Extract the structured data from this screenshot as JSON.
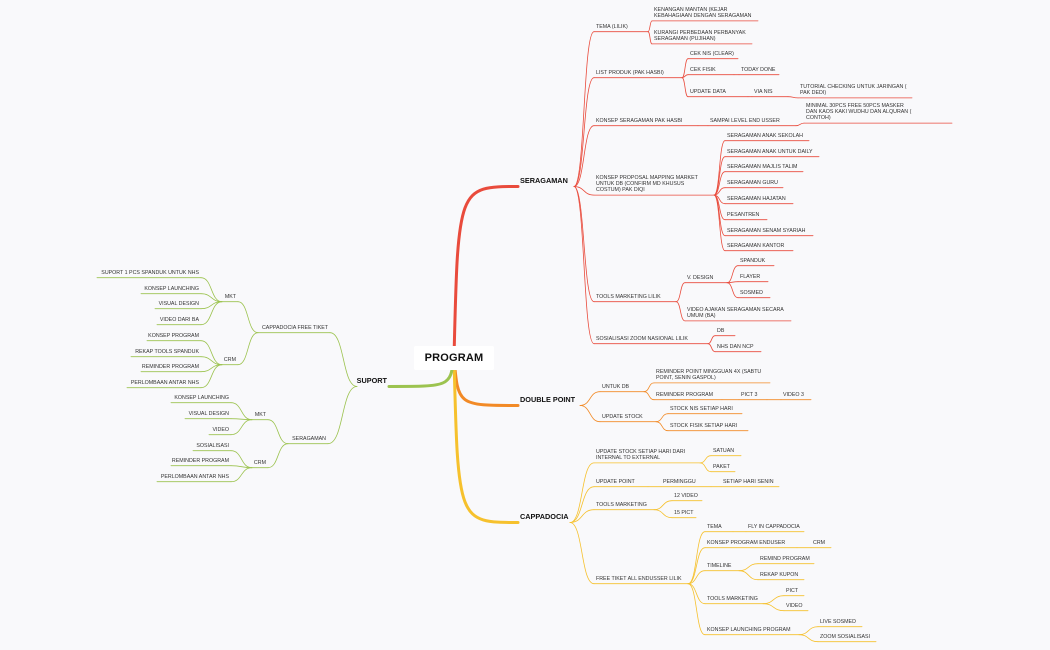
{
  "root": {
    "label": "PROGRAM"
  },
  "colors": {
    "seragaman": "#e94b3c",
    "double_point": "#f28a26",
    "cappadocia": "#f6c12d",
    "suport": "#9cc34f",
    "text": "#333333",
    "background": "#f9f9fb"
  },
  "nodes": [
    {
      "id": "seragaman",
      "label": "SERAGAMAN",
      "parent": "root",
      "branch": "seragaman",
      "main": true
    },
    {
      "id": "s1",
      "label": "TEMA (LILIK)",
      "parent": "seragaman",
      "branch": "seragaman"
    },
    {
      "id": "s1a",
      "label": "KENANGAN MANTAN (KEJAR\nKEBAHAGIAAN DENGAN SERAGAMAN",
      "parent": "s1",
      "branch": "seragaman"
    },
    {
      "id": "s1b",
      "label": "KURANGI PERBEDAAN PERBANYAK\nSERAGAMAN (PUJIHAN)",
      "parent": "s1",
      "branch": "seragaman"
    },
    {
      "id": "s2",
      "label": "LIST PRODUK (PAK HASBI)",
      "parent": "seragaman",
      "branch": "seragaman"
    },
    {
      "id": "s2a",
      "label": "CEK NIS (CLEAR)",
      "parent": "s2",
      "branch": "seragaman"
    },
    {
      "id": "s2b",
      "label": "CEK FISIK",
      "parent": "s2",
      "branch": "seragaman"
    },
    {
      "id": "s2b1",
      "label": "TODAY DONE",
      "parent": "s2b",
      "branch": "seragaman"
    },
    {
      "id": "s2c",
      "label": "UPDATE DATA",
      "parent": "s2",
      "branch": "seragaman"
    },
    {
      "id": "s2c1",
      "label": "VIA NIS",
      "parent": "s2c",
      "branch": "seragaman"
    },
    {
      "id": "s2c2",
      "label": "TUTORIAL CHECKING UNTUK JARINGAN (\nPAK DEDI)",
      "parent": "s2c1",
      "branch": "seragaman"
    },
    {
      "id": "s3",
      "label": "KONSEP SERAGAMAN PAK HASBI",
      "parent": "seragaman",
      "branch": "seragaman"
    },
    {
      "id": "s3a",
      "label": "SAMPAI LEVEL END USSER",
      "parent": "s3",
      "branch": "seragaman"
    },
    {
      "id": "s3a1",
      "label": "MINIMAL 30PCS FREE 50PCS MASKER\nDAN KAOS KAKI WUDHU DAN ALQURAN (\nCONTOH)",
      "parent": "s3a",
      "branch": "seragaman"
    },
    {
      "id": "s4",
      "label": "KONSEP PROPOSAL MAPPING MARKET\nUNTUK DB (CONFIRM MD KHUSUS\nCOSTUM) PAK DIQI",
      "parent": "seragaman",
      "branch": "seragaman"
    },
    {
      "id": "s4a",
      "label": "SERAGAMAN ANAK SEKOLAH",
      "parent": "s4",
      "branch": "seragaman"
    },
    {
      "id": "s4b",
      "label": "SERAGAMAN ANAK UNTUK DAILY",
      "parent": "s4",
      "branch": "seragaman"
    },
    {
      "id": "s4c",
      "label": "SERAGAMAN MAJLIS TALIM",
      "parent": "s4",
      "branch": "seragaman"
    },
    {
      "id": "s4d",
      "label": "SERAGAMAN GURU",
      "parent": "s4",
      "branch": "seragaman"
    },
    {
      "id": "s4e",
      "label": "SERAGAMAN HAJATAN",
      "parent": "s4",
      "branch": "seragaman"
    },
    {
      "id": "s4f",
      "label": "PESANTREN",
      "parent": "s4",
      "branch": "seragaman"
    },
    {
      "id": "s4g",
      "label": "SERAGAMAN SENAM SYARIAH",
      "parent": "s4",
      "branch": "seragaman"
    },
    {
      "id": "s4h",
      "label": "SERAGAMAN KANTOR",
      "parent": "s4",
      "branch": "seragaman"
    },
    {
      "id": "s5",
      "label": "TOOLS MARKETING LILIK",
      "parent": "seragaman",
      "branch": "seragaman"
    },
    {
      "id": "s5a",
      "label": "V. DESIGN",
      "parent": "s5",
      "branch": "seragaman"
    },
    {
      "id": "s5a1",
      "label": "SPANDUK",
      "parent": "s5a",
      "branch": "seragaman"
    },
    {
      "id": "s5a2",
      "label": "FLAYER",
      "parent": "s5a",
      "branch": "seragaman"
    },
    {
      "id": "s5a3",
      "label": "SOSMED",
      "parent": "s5a",
      "branch": "seragaman"
    },
    {
      "id": "s5b",
      "label": "VIDEO AJAKAN SERAGAMAN SECARA\nUMUM (BA)",
      "parent": "s5",
      "branch": "seragaman"
    },
    {
      "id": "s6",
      "label": "SOSIALISASI ZOOM NASIONAL  LILIK",
      "parent": "seragaman",
      "branch": "seragaman"
    },
    {
      "id": "s6a",
      "label": "DB",
      "parent": "s6",
      "branch": "seragaman"
    },
    {
      "id": "s6b",
      "label": "NHS DAN NCP",
      "parent": "s6",
      "branch": "seragaman"
    },
    {
      "id": "dp",
      "label": "DOUBLE POINT",
      "parent": "root",
      "branch": "double_point",
      "main": true
    },
    {
      "id": "dp1",
      "label": "UNTUK DB",
      "parent": "dp",
      "branch": "double_point"
    },
    {
      "id": "dp1a",
      "label": "REMINDER POINT MINGGUAN 4X  (SABTU\nPOINT, SENIN GASPOL)",
      "parent": "dp1",
      "branch": "double_point"
    },
    {
      "id": "dp1b",
      "label": "REMINDER PROGRAM",
      "parent": "dp1",
      "branch": "double_point"
    },
    {
      "id": "dp1b1",
      "label": "PICT 3",
      "parent": "dp1b",
      "branch": "double_point"
    },
    {
      "id": "dp1b2",
      "label": "VIDEO 3",
      "parent": "dp1b1",
      "branch": "double_point"
    },
    {
      "id": "dp2",
      "label": "UPDATE STOCK",
      "parent": "dp",
      "branch": "double_point"
    },
    {
      "id": "dp2a",
      "label": "STOCK NIS SETIAP HARI",
      "parent": "dp2",
      "branch": "double_point"
    },
    {
      "id": "dp2b",
      "label": "STOCK FISIK SETIAP HARI",
      "parent": "dp2",
      "branch": "double_point"
    },
    {
      "id": "cp",
      "label": "CAPPADOCIA",
      "parent": "root",
      "branch": "cappadocia",
      "main": true
    },
    {
      "id": "cp1",
      "label": "UPDATE STOCK SETIAP HARI DARI\nINTERNAL TO EXTERNAL",
      "parent": "cp",
      "branch": "cappadocia"
    },
    {
      "id": "cp1a",
      "label": "SATUAN",
      "parent": "cp1",
      "branch": "cappadocia"
    },
    {
      "id": "cp1b",
      "label": "PAKET",
      "parent": "cp1",
      "branch": "cappadocia"
    },
    {
      "id": "cp2",
      "label": "UPDATE POINT",
      "parent": "cp",
      "branch": "cappadocia"
    },
    {
      "id": "cp2a",
      "label": "PERMINGGU",
      "parent": "cp2",
      "branch": "cappadocia"
    },
    {
      "id": "cp2a1",
      "label": "SETIAP HARI SENIN",
      "parent": "cp2a",
      "branch": "cappadocia"
    },
    {
      "id": "cp3",
      "label": "TOOLS MARKETING",
      "parent": "cp",
      "branch": "cappadocia"
    },
    {
      "id": "cp3a",
      "label": "12 VIDEO",
      "parent": "cp3",
      "branch": "cappadocia"
    },
    {
      "id": "cp3b",
      "label": "15 PICT",
      "parent": "cp3",
      "branch": "cappadocia"
    },
    {
      "id": "cp4",
      "label": "FREE TIKET ALL ENDUSSER LILIK",
      "parent": "cp",
      "branch": "cappadocia"
    },
    {
      "id": "cp4a",
      "label": "TEMA",
      "parent": "cp4",
      "branch": "cappadocia"
    },
    {
      "id": "cp4a1",
      "label": "FLY IN CAPPADOCIA",
      "parent": "cp4a",
      "branch": "cappadocia"
    },
    {
      "id": "cp4b",
      "label": "KONSEP PROGRAM ENDUSER",
      "parent": "cp4",
      "branch": "cappadocia"
    },
    {
      "id": "cp4b1",
      "label": "CRM",
      "parent": "cp4b",
      "branch": "cappadocia"
    },
    {
      "id": "cp4c",
      "label": "TIMELINE",
      "parent": "cp4",
      "branch": "cappadocia"
    },
    {
      "id": "cp4c1",
      "label": "REMIND PROGRAM",
      "parent": "cp4c",
      "branch": "cappadocia"
    },
    {
      "id": "cp4c2",
      "label": "REKAP KUPON",
      "parent": "cp4c",
      "branch": "cappadocia"
    },
    {
      "id": "cp4d",
      "label": "TOOLS MARKETING",
      "parent": "cp4",
      "branch": "cappadocia"
    },
    {
      "id": "cp4d1",
      "label": "PICT",
      "parent": "cp4d",
      "branch": "cappadocia"
    },
    {
      "id": "cp4d2",
      "label": "VIDEO",
      "parent": "cp4d",
      "branch": "cappadocia"
    },
    {
      "id": "cp4e",
      "label": "KONSEP LAUNCHING PROGRAM",
      "parent": "cp4",
      "branch": "cappadocia"
    },
    {
      "id": "cp4e1",
      "label": "LIVE SOSMED",
      "parent": "cp4e",
      "branch": "cappadocia"
    },
    {
      "id": "cp4e2",
      "label": "ZOOM SOSIALISASI",
      "parent": "cp4e",
      "branch": "cappadocia"
    },
    {
      "id": "sp",
      "label": "SUPORT",
      "parent": "root",
      "branch": "suport",
      "main": true
    },
    {
      "id": "sp1",
      "label": "CAPPADOCIA FREE TIKET",
      "parent": "sp",
      "branch": "suport"
    },
    {
      "id": "sp1a",
      "label": "MKT",
      "parent": "sp1",
      "branch": "suport"
    },
    {
      "id": "sp1a1",
      "label": "SUPORT 1 PCS SPANDUK UNTUK NHs",
      "parent": "sp1a",
      "branch": "suport"
    },
    {
      "id": "sp1a2",
      "label": "KONSEP LAUNCHING",
      "parent": "sp1a",
      "branch": "suport"
    },
    {
      "id": "sp1a3",
      "label": "VISUAL DESIGN",
      "parent": "sp1a",
      "branch": "suport"
    },
    {
      "id": "sp1a4",
      "label": "VIDEO DARI BA",
      "parent": "sp1a",
      "branch": "suport"
    },
    {
      "id": "sp1b",
      "label": "CRM",
      "parent": "sp1",
      "branch": "suport"
    },
    {
      "id": "sp1b1",
      "label": "KONSEP PROGRAM",
      "parent": "sp1b",
      "branch": "suport"
    },
    {
      "id": "sp1b2",
      "label": "REKAP TOOLS SPANDUK",
      "parent": "sp1b",
      "branch": "suport"
    },
    {
      "id": "sp1b3",
      "label": "REMINDER PROGRAM",
      "parent": "sp1b",
      "branch": "suport"
    },
    {
      "id": "sp1b4",
      "label": "PERLOMBAAN ANTAR NHs",
      "parent": "sp1b",
      "branch": "suport"
    },
    {
      "id": "sp2",
      "label": "SERAGAMAN",
      "parent": "sp",
      "branch": "suport"
    },
    {
      "id": "sp2a",
      "label": "MKT",
      "parent": "sp2",
      "branch": "suport"
    },
    {
      "id": "sp2a1",
      "label": "KONSEP LAUNCHING",
      "parent": "sp2a",
      "branch": "suport"
    },
    {
      "id": "sp2a2",
      "label": "VISUAL DESIGN",
      "parent": "sp2a",
      "branch": "suport"
    },
    {
      "id": "sp2a3",
      "label": "VIDEO",
      "parent": "sp2a",
      "branch": "suport"
    },
    {
      "id": "sp2b",
      "label": "CRM",
      "parent": "sp2",
      "branch": "suport"
    },
    {
      "id": "sp2b1",
      "label": "SOSIALISASI",
      "parent": "sp2b",
      "branch": "suport"
    },
    {
      "id": "sp2b2",
      "label": "REMINDER PROGRAM",
      "parent": "sp2b",
      "branch": "suport"
    },
    {
      "id": "sp2b3",
      "label": "PERLOMBAAN ANTAR NHs",
      "parent": "sp2b",
      "branch": "suport"
    }
  ]
}
